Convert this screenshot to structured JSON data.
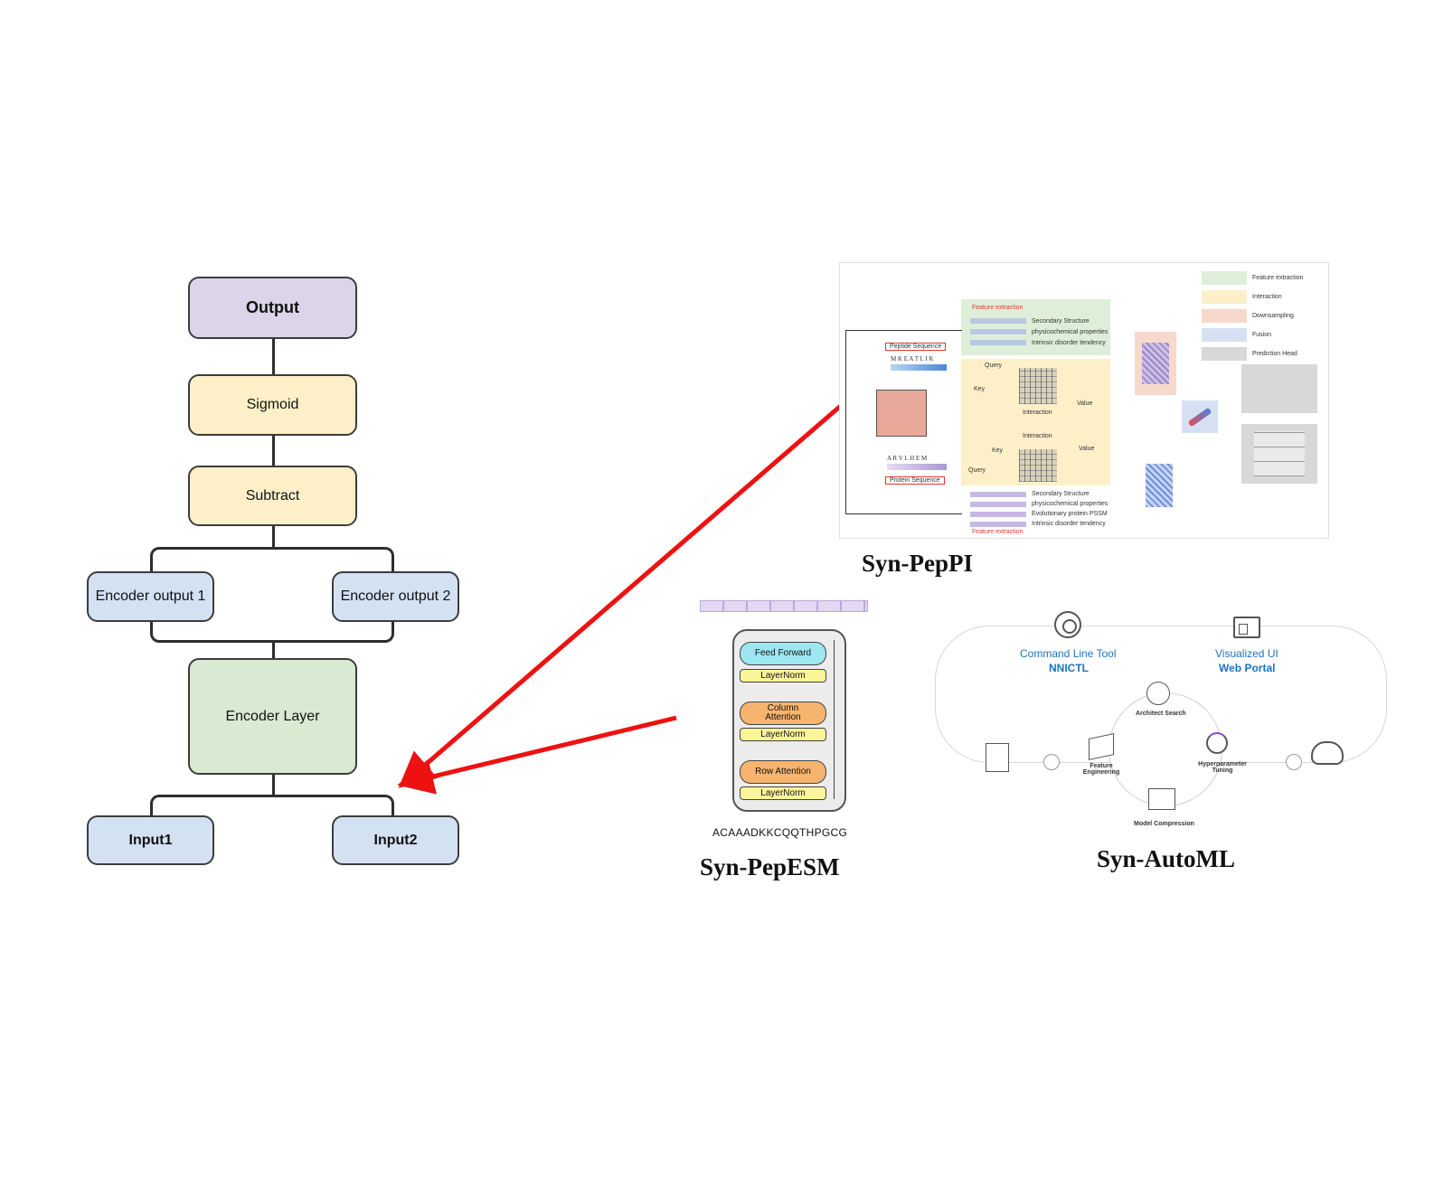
{
  "flowchart": {
    "output": "Output",
    "sigmoid": "Sigmoid",
    "subtract": "Subtract",
    "encoder_output_1": "Encoder output 1",
    "encoder_output_2": "Encoder output 2",
    "encoder_layer": "Encoder Layer",
    "input1": "Input1",
    "input2": "Input2"
  },
  "peppi": {
    "caption": "Syn-PepPI",
    "legend": [
      "Feature extraction",
      "Interaction",
      "Downsampling",
      "Fusion",
      "Prediction Head"
    ],
    "peptide_label": "Peptide Sequence",
    "protein_label": "Protein Sequence",
    "feature_extraction": "Feature extraction",
    "peptide_features": [
      "Secondary Structure",
      "physicochemical properties",
      "Intrinsic disorder tendency"
    ],
    "protein_features": [
      "Secondary Structure",
      "physicochemical properties",
      "Evolutionary protein PSSM",
      "Intrinsic disorder tendency"
    ],
    "key": "Key",
    "query": "Query",
    "value": "Value",
    "interaction": "Interaction",
    "peptide_seq_letters": "M K E A T L I K",
    "protein_seq_letters": "A R V L H E M"
  },
  "pepesm": {
    "caption": "Syn-PepESM",
    "feed_forward": "Feed Forward",
    "layernorm": "LayerNorm",
    "column_attention": "Column Attention",
    "row_attention": "Row Attention",
    "sequence": "ACAAADKKCQQTHPGCG"
  },
  "automl": {
    "caption": "Syn-AutoML",
    "cli_title": "Command Line Tool",
    "cli_name": "NNICTL",
    "ui_title": "Visualized UI",
    "ui_name": "Web Portal",
    "architect_search": "Architect Search",
    "feature_engineering": "Feature Engineering",
    "hyperparameter_tuning": "Hyperparameter Tuning",
    "model_compression": "Model Compression"
  },
  "colors": {
    "output": "#dcd4e8",
    "sigmoid_subtract": "#fdf0c9",
    "encoder_out_input": "#d3e2f3",
    "encoder_layer": "#d9ead3",
    "arrow": "#ee1111",
    "automl_accent": "#1e73be"
  }
}
